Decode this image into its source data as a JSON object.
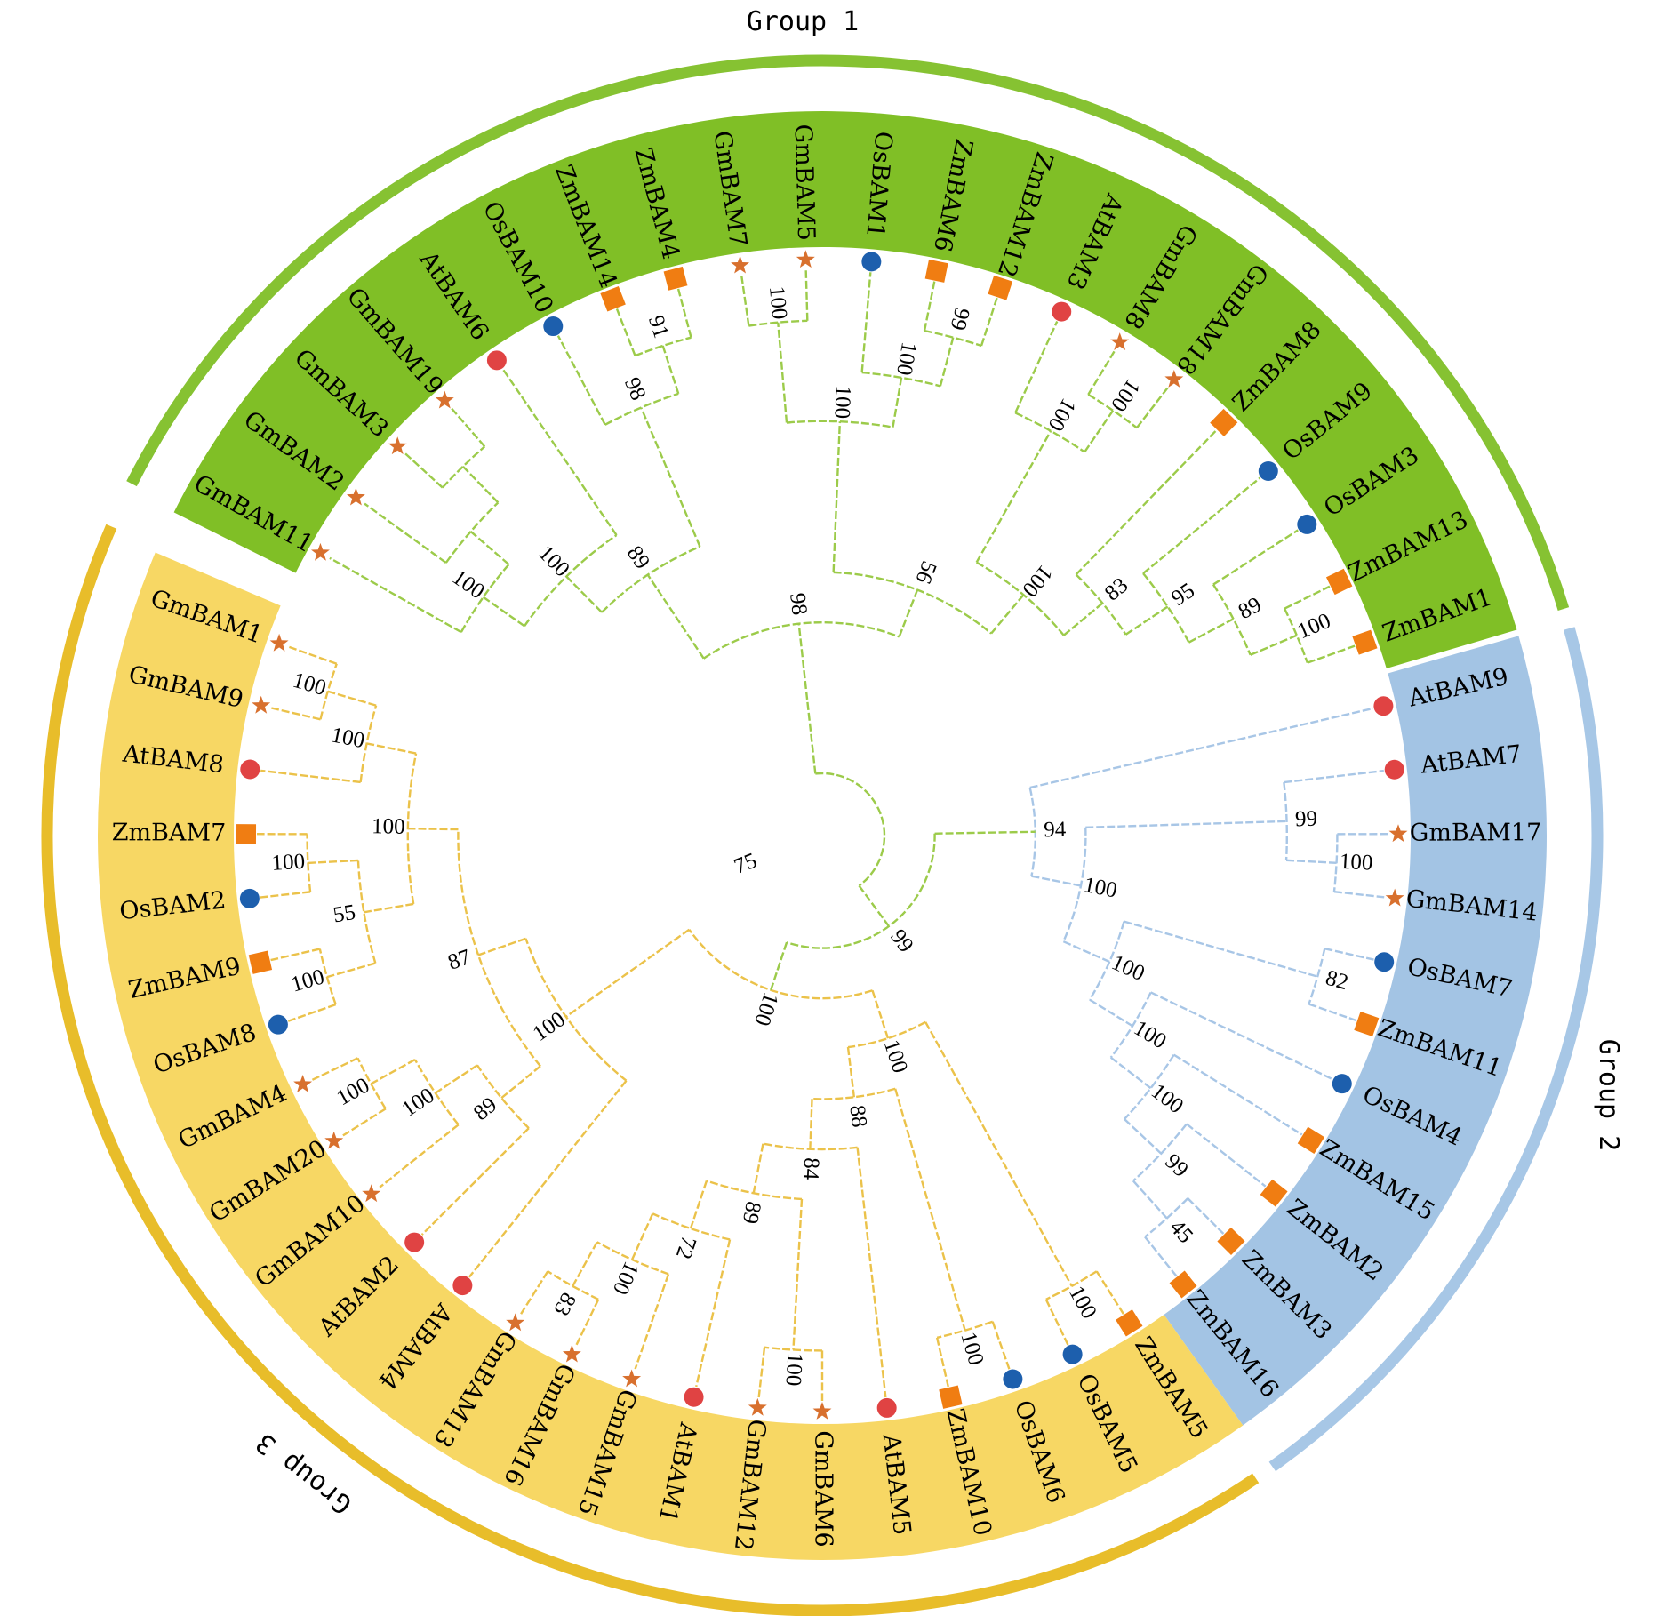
{
  "groups": [
    {
      "name": "Group 1",
      "color": "#80bf26",
      "ring": "#86c232",
      "line": "#9ccb4a"
    },
    {
      "name": "Group 2",
      "color": "#a3c4e4",
      "ring": "#a7c7e6",
      "line": "#a8c6e6"
    },
    {
      "name": "Group 3",
      "color": "#f7d764",
      "ring": "#e8bd2a",
      "line": "#ebc24a"
    }
  ],
  "species_markers": {
    "At": {
      "shape": "circle",
      "color": "#e04343"
    },
    "Os": {
      "shape": "circle",
      "color": "#1d5fad"
    },
    "Zm": {
      "shape": "square",
      "color": "#f07d12"
    },
    "Gm": {
      "shape": "star",
      "color": "#d8702e"
    }
  },
  "tree": {
    "b": "75",
    "c": [
      {
        "g": 0,
        "b": "98",
        "c": [
          {
            "b": "89",
            "c": [
              {
                "b": "100",
                "c": [
                  {
                    "b": "100",
                    "c": [
                      "GmBAM11",
                      {
                        "b": "",
                        "c": [
                          "GmBAM2",
                          {
                            "b": "",
                            "c": [
                              "GmBAM3",
                              "GmBAM19"
                            ]
                          }
                        ]
                      }
                    ]
                  },
                  "AtBAM6"
                ]
              },
              {
                "b": "98",
                "c": [
                  "OsBAM10",
                  {
                    "b": "91",
                    "c": [
                      "ZmBAM14",
                      "ZmBAM4"
                    ]
                  }
                ]
              }
            ]
          },
          {
            "b": "56",
            "c": [
              {
                "b": "100",
                "c": [
                  {
                    "b": "100",
                    "c": [
                      "GmBAM7",
                      "GmBAM5"
                    ]
                  },
                  {
                    "b": "100",
                    "c": [
                      "OsBAM1",
                      {
                        "b": "99",
                        "c": [
                          "ZmBAM6",
                          "ZmBAM12"
                        ]
                      }
                    ]
                  }
                ]
              },
              {
                "b": "100",
                "c": [
                  {
                    "b": "100",
                    "c": [
                      "AtBAM3",
                      {
                        "b": "100",
                        "c": [
                          "GmBAM8",
                          "GmBAM18"
                        ]
                      }
                    ]
                  },
                  {
                    "b": "83",
                    "c": [
                      "ZmBAM8",
                      {
                        "b": "95",
                        "c": [
                          "OsBAM9",
                          {
                            "b": "89",
                            "c": [
                              "OsBAM3",
                              {
                                "b": "100",
                                "c": [
                                  "ZmBAM13",
                                  "ZmBAM1"
                                ]
                              }
                            ]
                          }
                        ]
                      }
                    ]
                  }
                ]
              }
            ]
          }
        ]
      },
      {
        "b": "99",
        "c": [
          {
            "g": 1,
            "b": "94",
            "c": [
              "AtBAM9",
              {
                "b": "100",
                "c": [
                  {
                    "b": "99",
                    "c": [
                      "AtBAM7",
                      {
                        "b": "100",
                        "c": [
                          "GmBAM17",
                          "GmBAM14"
                        ]
                      }
                    ]
                  },
                  {
                    "b": "100",
                    "c": [
                      {
                        "b": "82",
                        "c": [
                          "OsBAM7",
                          "ZmBAM11"
                        ]
                      },
                      {
                        "b": "100",
                        "c": [
                          "OsBAM4",
                          {
                            "b": "100",
                            "c": [
                              "ZmBAM15",
                              {
                                "b": "99",
                                "c": [
                                  "ZmBAM2",
                                  {
                                    "b": "45",
                                    "c": [
                                      "ZmBAM3",
                                      "ZmBAM16"
                                    ]
                                  }
                                ]
                              }
                            ]
                          }
                        ]
                      }
                    ]
                  }
                ]
              }
            ]
          },
          {
            "g": 2,
            "b": "100",
            "c": [
              {
                "b": "100",
                "c": [
                  {
                    "b": "100",
                    "c": [
                      "ZmBAM5",
                      "OsBAM5"
                    ]
                  },
                  {
                    "b": "88",
                    "c": [
                      {
                        "b": "100",
                        "c": [
                          "OsBAM6",
                          "ZmBAM10"
                        ]
                      },
                      {
                        "b": "84",
                        "c": [
                          "AtBAM5",
                          {
                            "b": "89",
                            "c": [
                              {
                                "b": "100",
                                "c": [
                                  "GmBAM6",
                                  "GmBAM12"
                                ]
                              },
                              {
                                "b": "72",
                                "c": [
                                  "AtBAM1",
                                  {
                                    "b": "100",
                                    "c": [
                                      "GmBAM15",
                                      {
                                        "b": "83",
                                        "c": [
                                          "GmBAM16",
                                          "GmBAM13"
                                        ]
                                      }
                                    ]
                                  }
                                ]
                              }
                            ]
                          }
                        ]
                      }
                    ]
                  }
                ]
              },
              {
                "b": "100",
                "c": [
                  "AtBAM4",
                  {
                    "b": "87",
                    "c": [
                      {
                        "b": "89",
                        "c": [
                          "AtBAM2",
                          {
                            "b": "100",
                            "c": [
                              "GmBAM10",
                              {
                                "b": "100",
                                "c": [
                                  "GmBAM20",
                                  "GmBAM4"
                                ]
                              }
                            ]
                          }
                        ]
                      },
                      {
                        "b": "100",
                        "c": [
                          {
                            "b": "55",
                            "c": [
                              {
                                "b": "100",
                                "c": [
                                  "OsBAM8",
                                  "ZmBAM9"
                                ]
                              },
                              {
                                "b": "100",
                                "c": [
                                  "OsBAM2",
                                  "ZmBAM7"
                                ]
                              }
                            ]
                          },
                          {
                            "b": "100",
                            "c": [
                              "AtBAM8",
                              {
                                "b": "100",
                                "c": [
                                  "GmBAM9",
                                  "GmBAM1"
                                ]
                              }
                            ]
                          }
                        ]
                      }
                    ]
                  }
                ]
              }
            ]
          }
        ]
      }
    ]
  }
}
